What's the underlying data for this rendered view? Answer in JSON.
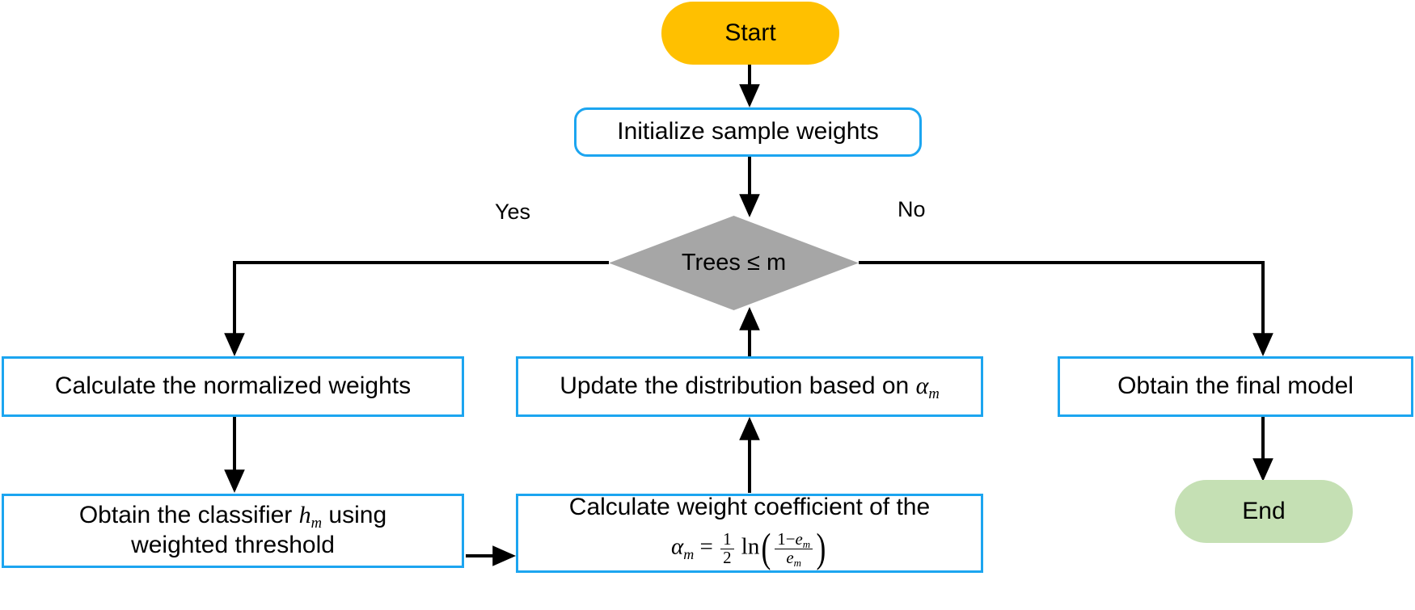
{
  "diagram": {
    "title": "AdaBoost training flowchart",
    "colors": {
      "start_fill": "#FFC000",
      "end_fill": "#C5E0B4",
      "process_border": "#1CA5F0",
      "decision_fill": "#A6A6A6",
      "edge_stroke": "#000000",
      "background": "#FFFFFF"
    },
    "nodes": {
      "start": {
        "label": "Start",
        "shape": "terminal"
      },
      "initialize": {
        "label": "Initialize sample weights",
        "shape": "process-rounded"
      },
      "decision": {
        "label": "Trees ≤ m",
        "shape": "diamond"
      },
      "normalize": {
        "label": "Calculate the normalized weights",
        "shape": "process"
      },
      "classifier": {
        "line1_prefix": "Obtain the classifier ",
        "line1_symbol": "h",
        "line1_sub": "m",
        "line1_suffix": " using",
        "line2": "weighted threshold",
        "shape": "process"
      },
      "update": {
        "label_prefix": "Update the distribution based on ",
        "label_symbol": "α",
        "label_sub": "m",
        "shape": "process"
      },
      "coefficient": {
        "line1": "Calculate weight coefficient of the",
        "formula": {
          "lhs_symbol": "α",
          "lhs_sub": "m",
          "equals": "=",
          "coef_num": "1",
          "coef_den": "2",
          "ln": "ln",
          "open_paren": "(",
          "frac_num_prefix": "1−",
          "frac_num_symbol": "e",
          "frac_num_sub": "m",
          "frac_den_symbol": "e",
          "frac_den_sub": "m",
          "close_paren": ")",
          "plain": "α_m = (1/2) ln((1 − e_m) / e_m)"
        },
        "shape": "process"
      },
      "final_model": {
        "label": "Obtain the final model",
        "shape": "process"
      },
      "end": {
        "label": "End",
        "shape": "terminal"
      }
    },
    "edge_labels": {
      "yes": "Yes",
      "no": "No"
    },
    "edges": [
      {
        "from": "start",
        "to": "initialize",
        "label": ""
      },
      {
        "from": "initialize",
        "to": "decision",
        "label": ""
      },
      {
        "from": "decision",
        "to": "normalize",
        "label": "Yes"
      },
      {
        "from": "decision",
        "to": "final_model",
        "label": "No"
      },
      {
        "from": "normalize",
        "to": "classifier",
        "label": ""
      },
      {
        "from": "classifier",
        "to": "coefficient",
        "label": ""
      },
      {
        "from": "coefficient",
        "to": "update",
        "label": ""
      },
      {
        "from": "update",
        "to": "decision",
        "label": ""
      },
      {
        "from": "final_model",
        "to": "end",
        "label": ""
      }
    ]
  }
}
